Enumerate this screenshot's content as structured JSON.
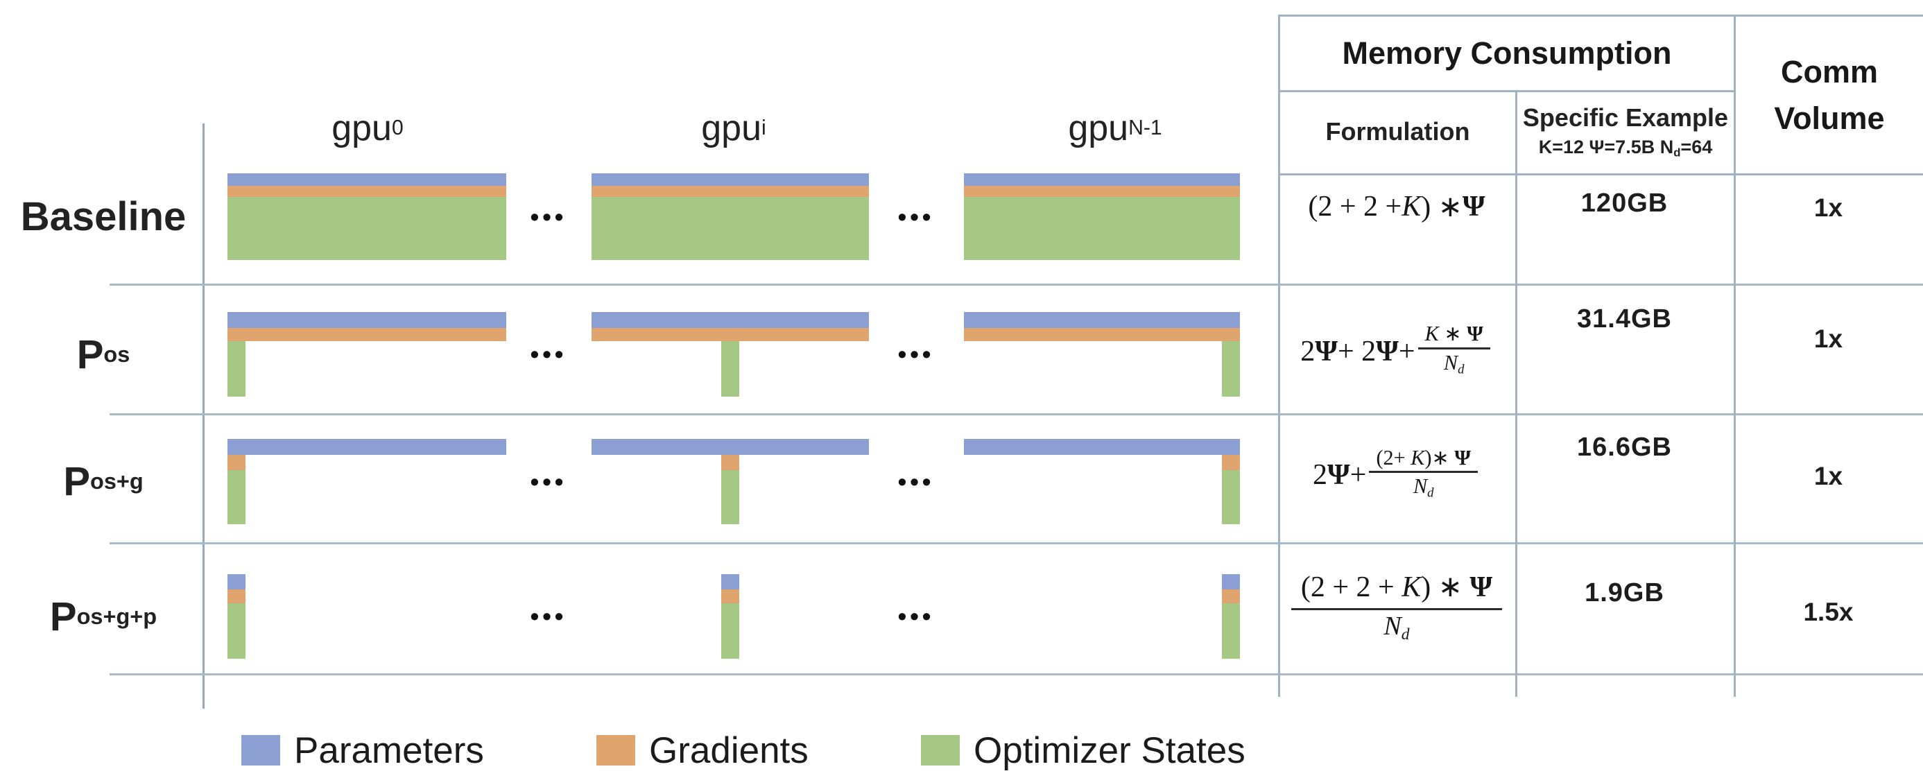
{
  "figure": {
    "gpu_labels": [
      {
        "base": "gpu",
        "sub": "0"
      },
      {
        "base": "gpu",
        "sub": "i"
      },
      {
        "base": "gpu",
        "sub": "N-1"
      }
    ],
    "ellipsis": "•••",
    "rows": [
      {
        "id": "baseline",
        "label_main": "Baseline",
        "label_sub": "",
        "replicated": [
          "parameters",
          "gradients",
          "optimizer_states"
        ],
        "partitioned": []
      },
      {
        "id": "p-os",
        "label_main": "P",
        "label_sub": "os",
        "replicated": [
          "parameters",
          "gradients"
        ],
        "partitioned": [
          "optimizer_states"
        ]
      },
      {
        "id": "p-os-g",
        "label_main": "P",
        "label_sub": "os+g",
        "replicated": [
          "parameters"
        ],
        "partitioned": [
          "gradients",
          "optimizer_states"
        ]
      },
      {
        "id": "p-os-g-p",
        "label_main": "P",
        "label_sub": "os+g+p",
        "replicated": [],
        "partitioned": [
          "parameters",
          "gradients",
          "optimizer_states"
        ]
      }
    ]
  },
  "legend": {
    "items": [
      {
        "name": "Parameters",
        "color": "#8c9fd3"
      },
      {
        "name": "Gradients",
        "color": "#e0a56f"
      },
      {
        "name": "Optimizer States",
        "color": "#a5c885"
      }
    ]
  },
  "table": {
    "memory_header": "Memory Consumption",
    "comm_header": [
      "Comm",
      "Volume"
    ],
    "col_formulation": "Formulation",
    "col_example_title": "Specific Example",
    "col_example_sub": {
      "k": "K=12 ",
      "psi": "Ψ",
      "psi_val": "=7.5B ",
      "n_base": "N",
      "n_sub": "d",
      "n_val": "=64"
    },
    "rows": [
      {
        "formulation_text": "(2 + 2 + K) ∗ Ψ",
        "formula": [
          {
            "t": "(2 + 2 + "
          },
          {
            "t": "K",
            "s": "i"
          },
          {
            "t": ") ∗ "
          },
          {
            "t": "Ψ",
            "s": "b"
          }
        ],
        "example": "120GB",
        "comm": "1x"
      },
      {
        "formulation_text": "2Ψ + 2Ψ + (K ∗ Ψ)/Nd",
        "formula": [
          {
            "t": "2"
          },
          {
            "t": "Ψ",
            "s": "b"
          },
          {
            "t": " + 2"
          },
          {
            "t": "Ψ",
            "s": "b"
          },
          {
            "t": " + "
          },
          {
            "frac": {
              "num": [
                {
                  "t": "K",
                  "s": "i"
                },
                {
                  "t": " ∗ "
                },
                {
                  "t": "Ψ",
                  "s": "b"
                }
              ],
              "den": [
                {
                  "t": "N",
                  "s": "i"
                },
                {
                  "t": "d",
                  "s": "sub"
                }
              ]
            }
          }
        ],
        "example": "31.4GB",
        "comm": "1x"
      },
      {
        "formulation_text": "2Ψ + ((2+ K) ∗ Ψ)/Nd",
        "formula": [
          {
            "t": "2"
          },
          {
            "t": "Ψ",
            "s": "b"
          },
          {
            "t": " + "
          },
          {
            "frac": {
              "num": [
                {
                  "t": "(2+ "
                },
                {
                  "t": "K",
                  "s": "i"
                },
                {
                  "t": ")∗ "
                },
                {
                  "t": "Ψ",
                  "s": "b"
                }
              ],
              "den": [
                {
                  "t": "N",
                  "s": "i"
                },
                {
                  "t": "d",
                  "s": "sub"
                }
              ]
            }
          }
        ],
        "example": "16.6GB",
        "comm": "1x"
      },
      {
        "formulation_text": "((2 + 2 + K) ∗ Ψ)/Nd",
        "formula": [
          {
            "frac": {
              "big": true,
              "num": [
                {
                  "t": "(2 + 2 + "
                },
                {
                  "t": "K",
                  "s": "i"
                },
                {
                  "t": ") ∗ "
                },
                {
                  "t": "Ψ",
                  "s": "b"
                }
              ],
              "den": [
                {
                  "t": "N",
                  "s": "i"
                },
                {
                  "t": "d",
                  "s": "sub"
                }
              ]
            }
          }
        ],
        "example": "1.9GB",
        "comm": "1.5x"
      }
    ]
  }
}
